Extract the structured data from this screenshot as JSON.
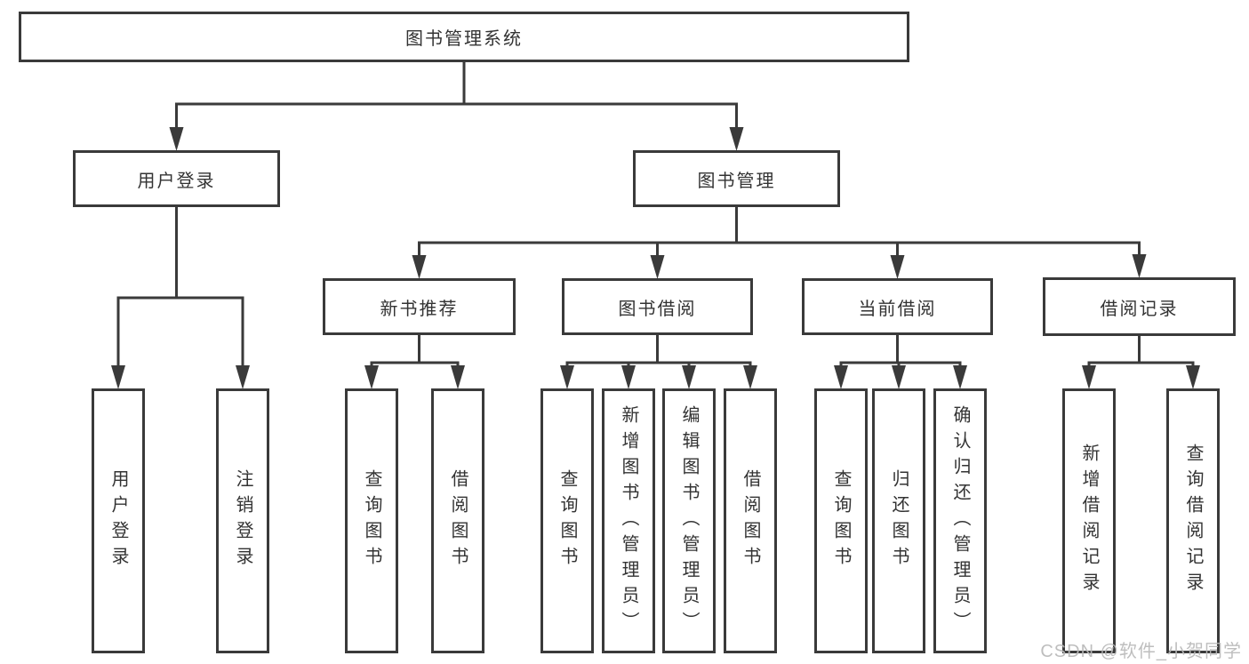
{
  "diagram": {
    "type": "hierarchy-tree",
    "title": "图书管理系统",
    "nodes": [
      {
        "id": "root",
        "label": "图书管理系统",
        "level": 1
      },
      {
        "id": "login",
        "label": "用户登录",
        "level": 2
      },
      {
        "id": "mgmt",
        "label": "图书管理",
        "level": 2
      },
      {
        "id": "rec",
        "label": "新书推荐",
        "level": 3
      },
      {
        "id": "borrow",
        "label": "图书借阅",
        "level": 3
      },
      {
        "id": "current",
        "label": "当前借阅",
        "level": 3
      },
      {
        "id": "records",
        "label": "借阅记录",
        "level": 3
      },
      {
        "id": "login-user",
        "label": "用户登录",
        "level": 4
      },
      {
        "id": "login-logout",
        "label": "注销登录",
        "level": 4
      },
      {
        "id": "rec-query",
        "label": "查询图书",
        "level": 4
      },
      {
        "id": "rec-borrow",
        "label": "借阅图书",
        "level": 4
      },
      {
        "id": "borrow-query",
        "label": "查询图书",
        "level": 4
      },
      {
        "id": "borrow-add",
        "label": "新增图书（管理员）",
        "level": 4
      },
      {
        "id": "borrow-edit",
        "label": "编辑图书（管理员）",
        "level": 4
      },
      {
        "id": "borrow-borrow",
        "label": "借阅图书",
        "level": 4
      },
      {
        "id": "cur-query",
        "label": "查询图书",
        "level": 4
      },
      {
        "id": "cur-return",
        "label": "归还图书",
        "level": 4
      },
      {
        "id": "cur-confirm",
        "label": "确认归还（管理员）",
        "level": 4
      },
      {
        "id": "rb-add",
        "label": "新增借阅记录",
        "level": 4
      },
      {
        "id": "rb-query",
        "label": "查询借阅记录",
        "level": 4
      }
    ],
    "edges": [
      {
        "parent": "root",
        "children": [
          "login",
          "mgmt"
        ]
      },
      {
        "parent": "login",
        "children": [
          "login-user",
          "login-logout"
        ]
      },
      {
        "parent": "mgmt",
        "children": [
          "rec",
          "borrow",
          "current",
          "records"
        ]
      },
      {
        "parent": "rec",
        "children": [
          "rec-query",
          "rec-borrow"
        ]
      },
      {
        "parent": "borrow",
        "children": [
          "borrow-query",
          "borrow-add",
          "borrow-edit",
          "borrow-borrow"
        ]
      },
      {
        "parent": "current",
        "children": [
          "cur-query",
          "cur-return",
          "cur-confirm"
        ]
      },
      {
        "parent": "records",
        "children": [
          "rb-add",
          "rb-query"
        ]
      }
    ]
  },
  "watermark": "CSDN @软件_小贺同学",
  "colors": {
    "line": "#3a3a3a",
    "text": "#333333",
    "background": "#ffffff",
    "watermark": "#b9b9b9"
  }
}
